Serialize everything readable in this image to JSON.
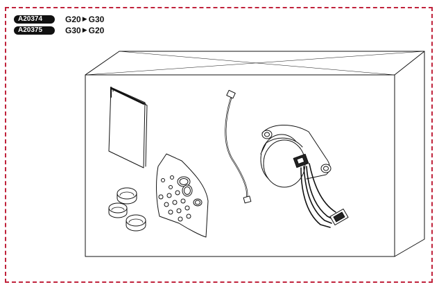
{
  "kits": [
    {
      "code": "A20374",
      "from": "G20",
      "arrow": "▶",
      "to": "G30"
    },
    {
      "code": "A20375",
      "from": "G30",
      "arrow": "▶",
      "to": "G20"
    }
  ],
  "colors": {
    "frame_dash": "#c0223b",
    "ink": "#111111"
  }
}
